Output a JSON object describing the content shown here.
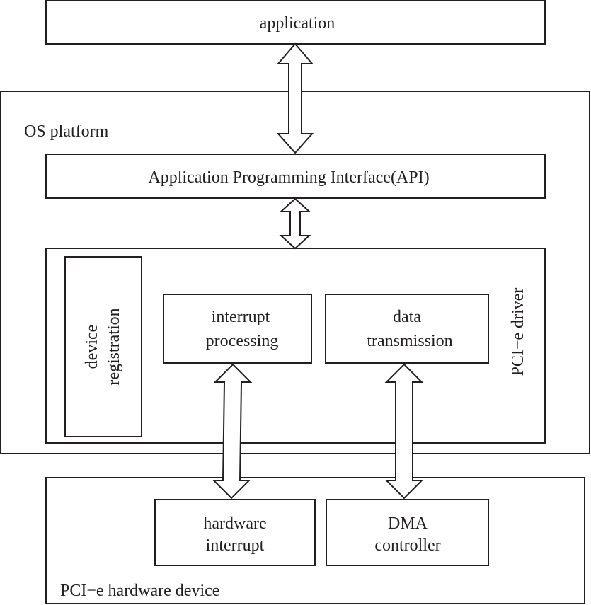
{
  "application": "application",
  "os_platform": "OS platform",
  "api": "Application Programming Interface(API)",
  "device_registration": [
    "device",
    "registration"
  ],
  "interrupt_processing": [
    "interrupt",
    "processing"
  ],
  "data_transmission": [
    "data",
    "transmission"
  ],
  "pcie_driver": "PCI−e driver",
  "hardware_interrupt": [
    "hardware",
    "interrupt"
  ],
  "dma_controller": [
    "DMA",
    "controller"
  ],
  "pcie_hardware_device": "PCI−e hardware device"
}
